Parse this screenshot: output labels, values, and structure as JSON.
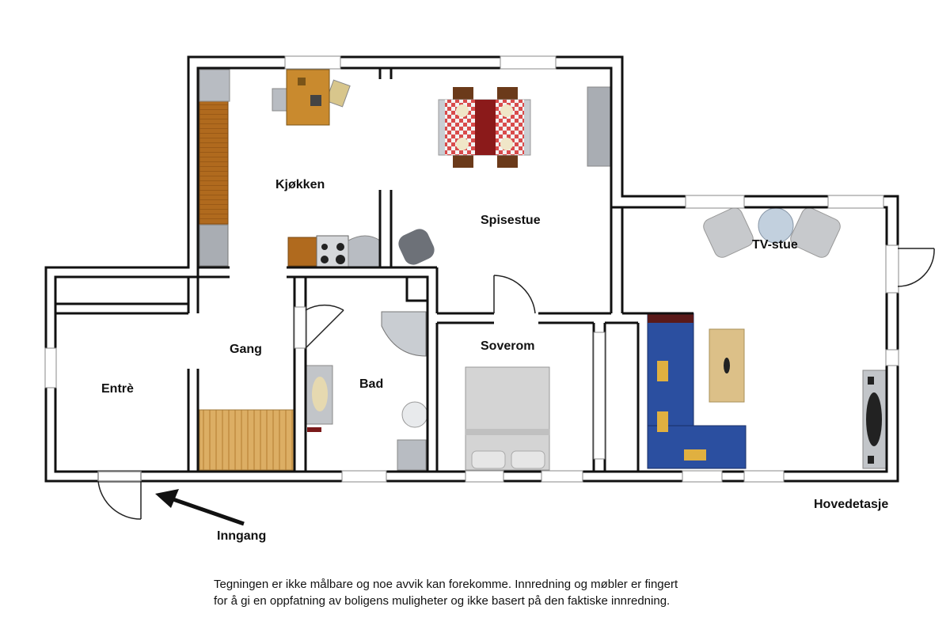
{
  "rooms": {
    "kjokken": "Kjøkken",
    "spisestue": "Spisestue",
    "tv_stue": "TV-stue",
    "gang": "Gang",
    "entre": "Entrè",
    "bad": "Bad",
    "soverom": "Soverom"
  },
  "floor_label": "Hovedetasje",
  "entrance_label": "Inngang",
  "disclaimer": {
    "line1": "Tegningen er ikke målbare og noe avvik kan forekomme. Innredning og møbler er fingert",
    "line2": "for å gi en oppfatning av boligens muligheter og ikke basert på den faktiske innredning."
  },
  "colors": {
    "wall": "#111111",
    "counter_wood": "#b06a1e",
    "appliance_gray": "#b8bcc2",
    "tablecloth_check": "#d94b4b",
    "runner_red": "#8b1a1a",
    "sofa_blue": "#2b4fa0",
    "cushion_yellow": "#e0b040",
    "stair_wood": "#d9a85a",
    "bed_gray": "#d4d4d4",
    "coffee_table": "#dcc088"
  }
}
